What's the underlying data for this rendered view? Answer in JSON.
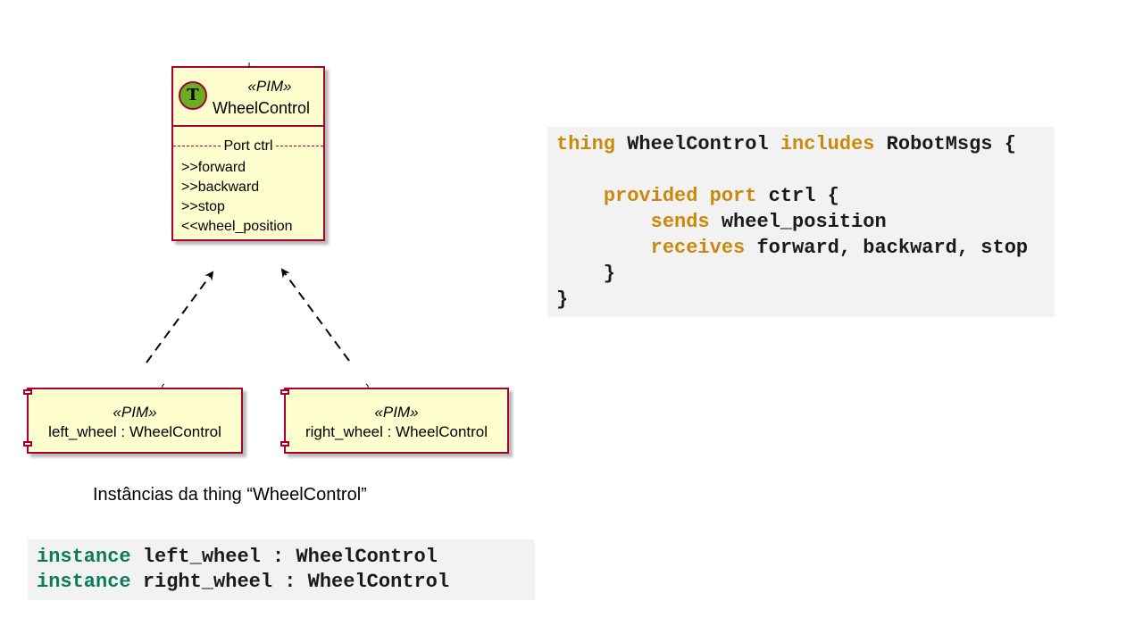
{
  "uml": {
    "thing": {
      "stereotype": "«PIM»",
      "icon_letter": "T",
      "icon": "thing-circle-icon",
      "name": "WheelControl",
      "port_label": "Port ctrl",
      "members": [
        ">>forward",
        ">>backward",
        ">>stop",
        "<<wheel_position"
      ]
    },
    "instances": [
      {
        "stereotype": "«PIM»",
        "name": "left_wheel : WheelControl"
      },
      {
        "stereotype": "«PIM»",
        "name": "right_wheel : WheelControl"
      }
    ]
  },
  "caption": "Instâncias da thing “WheelControl”",
  "instance_code": {
    "lines": [
      {
        "kw": "instance",
        "rest": " left_wheel : WheelControl"
      },
      {
        "kw": "instance",
        "rest": " right_wheel : WheelControl"
      }
    ]
  },
  "thing_code": {
    "line1": {
      "kw1": "thing",
      "t1": " WheelControl ",
      "kw2": "includes",
      "t2": " RobotMsgs {"
    },
    "line3": {
      "indent": "    ",
      "kw1": "provided",
      "t1": " ",
      "kw2": "port",
      "t2": " ctrl {"
    },
    "line4": {
      "indent": "        ",
      "kw": "sends",
      "t": " wheel_position"
    },
    "line5": {
      "indent": "        ",
      "kw": "receives",
      "t": " forward, backward, stop"
    },
    "line6": "    }",
    "line7": "}"
  },
  "colors": {
    "box_fill": "#fefece",
    "box_border": "#a80036",
    "thing_icon": "#6aae22",
    "code_bg": "#f2f2f2",
    "keyword_green": "#0d7a5c",
    "keyword_orange": "#c98a0c"
  }
}
